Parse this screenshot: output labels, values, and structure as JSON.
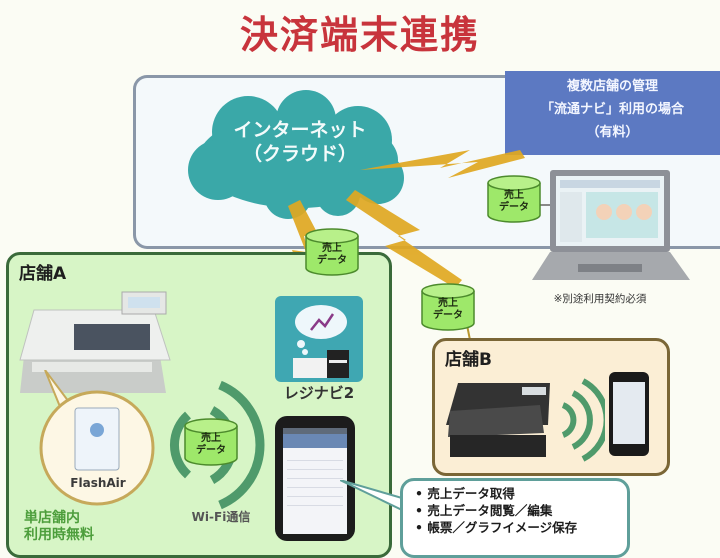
{
  "title": "決済端末連携",
  "cloud": {
    "line1": "インターネット",
    "line2": "（クラウド）",
    "color": "#3aa8a8"
  },
  "managed_banner": {
    "line1": "複数店舗の管理",
    "line2": "「流通ナビ」利用の場合",
    "line3": "（有料）",
    "color": "#5c79c2"
  },
  "laptop": {
    "icon": "laptop-icon",
    "note": "※別途利用契約必須"
  },
  "sales_data_label": {
    "line1": "売上",
    "line2": "データ"
  },
  "store_a": {
    "label": "店舗A",
    "register_icon": "cash-register-icon",
    "sd_card_label": "FlashAir",
    "single_store_line1": "単店舗内",
    "single_store_line2": "利用時無料",
    "wifi_label": "Wi-Fi通信",
    "app_name": "レジナビ2",
    "color": "#d7f5c6"
  },
  "store_b": {
    "label": "店舗B",
    "register_icon": "cash-register-icon",
    "phone_icon": "smartphone-icon",
    "color": "#fbeed5"
  },
  "features": {
    "items": [
      "売上データ取得",
      "売上データ閲覧／編集",
      "帳票／グラフイメージ保存"
    ]
  },
  "colors": {
    "title": "#c8343c",
    "lightning": "#e0a821",
    "cylinder": "#9ee86a",
    "wifi_wave": "#4f9a6b"
  }
}
